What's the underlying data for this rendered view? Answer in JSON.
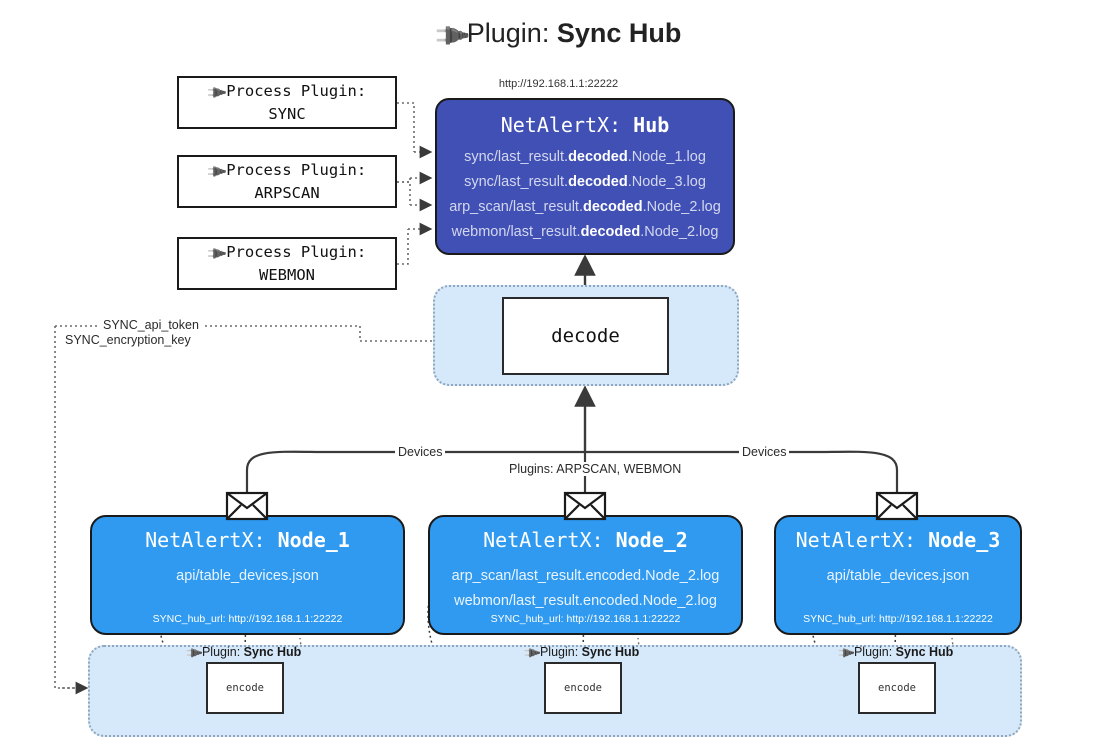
{
  "header": {
    "icon": "plug-icon",
    "prefix": "Plugin: ",
    "title": "Sync Hub"
  },
  "hub": {
    "url": "http://192.168.1.1:22222",
    "title_prefix": "NetAlertX: ",
    "title_name": "Hub",
    "logs": [
      {
        "pre": "sync/last_result.",
        "mid": "decoded",
        "post": ".Node_1.log"
      },
      {
        "pre": "sync/last_result.",
        "mid": "decoded",
        "post": ".Node_3.log"
      },
      {
        "pre": "arp_scan/last_result.",
        "mid": "decoded",
        "post": ".Node_2.log"
      },
      {
        "pre": "webmon/last_result.",
        "mid": "decoded",
        "post": ".Node_2.log"
      }
    ]
  },
  "process_plugins": [
    {
      "line1": "Process Plugin:",
      "line2": "SYNC"
    },
    {
      "line1": "Process Plugin:",
      "line2": "ARPSCAN"
    },
    {
      "line1": "Process Plugin:",
      "line2": "WEBMON"
    }
  ],
  "settings": {
    "api_token": "SYNC_api_token",
    "encryption_key": "SYNC_encryption_key"
  },
  "decode": {
    "label": "decode"
  },
  "connectors": {
    "devices_left": "Devices",
    "devices_right": "Devices",
    "plugins_center": "Plugins: ARPSCAN, WEBMON"
  },
  "nodes": [
    {
      "title_prefix": "NetAlertX: ",
      "title_name": "Node_1",
      "lines": [
        "api/table_devices.json"
      ],
      "footer": "SYNC_hub_url: http://192.168.1.1:22222",
      "envelope": "envelope-icon"
    },
    {
      "title_prefix": "NetAlertX: ",
      "title_name": "Node_2",
      "lines": [
        "arp_scan/last_result.encoded.Node_2.log",
        "webmon/last_result.encoded.Node_2.log"
      ],
      "footer": "SYNC_hub_url: http://192.168.1.1:22222",
      "envelope": "envelope-icon"
    },
    {
      "title_prefix": "NetAlertX: ",
      "title_name": "Node_3",
      "lines": [
        "api/table_devices.json"
      ],
      "footer": "SYNC_hub_url: http://192.168.1.1:22222",
      "envelope": "envelope-icon"
    }
  ],
  "encoders": [
    {
      "plugin_prefix": "Plugin: ",
      "plugin_name": "Sync Hub",
      "label": "encode"
    },
    {
      "plugin_prefix": "Plugin: ",
      "plugin_name": "Sync Hub",
      "label": "encode"
    },
    {
      "plugin_prefix": "Plugin: ",
      "plugin_name": "Sync Hub",
      "label": "encode"
    }
  ],
  "colors": {
    "hub_fill": "#4150b5",
    "node_fill": "#2f9af0",
    "group_fill": "#d6e9fa",
    "line": "#3a3a3a"
  }
}
